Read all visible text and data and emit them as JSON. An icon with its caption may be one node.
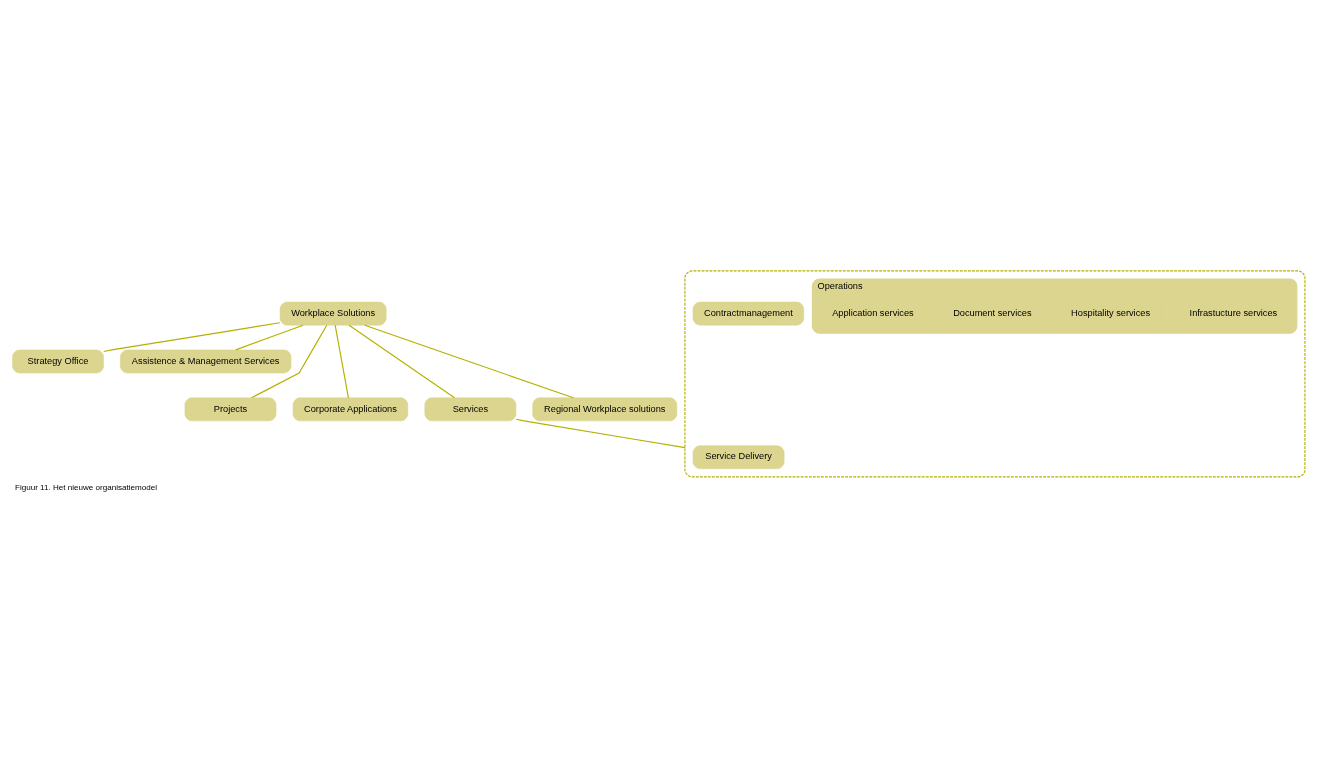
{
  "diagram": {
    "caption": "Figuur 11. Het nieuwe organisatiemodel",
    "nodes": [
      {
        "text": [
          "Workplace Solutions"
        ]
      },
      {
        "text": [
          "Strategy Office"
        ]
      },
      {
        "text": [
          "Assistence & Management Services"
        ]
      },
      {
        "text": [
          "Projects"
        ]
      },
      {
        "text": [
          "Corporate Applications"
        ]
      },
      {
        "text": [
          "Services"
        ]
      },
      {
        "text": [
          "Regional Workplace solutions"
        ]
      },
      {
        "text": [],
        "shape": "box"
      },
      {
        "text": [
          "Service Delivery"
        ],
        "in": 7
      },
      {
        "text": [
          "Contractmanagement"
        ],
        "in": 7
      },
      {
        "text": [
          "Operations"
        ],
        "in": 7
      },
      {
        "text": [
          "Infrastucture services"
        ],
        "in": 10
      },
      {
        "text": [
          "Hospitality services"
        ],
        "in": 10
      },
      {
        "text": [
          "Document services"
        ],
        "in": 10
      },
      {
        "text": [
          "Application services"
        ],
        "in": 10
      }
    ],
    "edges": [
      {
        "from": 0,
        "to": 1,
        "arrow": "none"
      },
      {
        "from": 0,
        "to": 2,
        "arrow": "none"
      },
      {
        "from": 0,
        "to": 3,
        "arrow": "none"
      },
      {
        "from": 0,
        "to": 4,
        "arrow": "none"
      },
      {
        "from": 0,
        "to": 5,
        "arrow": "none"
      },
      {
        "from": 0,
        "to": 6,
        "arrow": "none"
      },
      {
        "from": 5,
        "to": 7,
        "arrow": "none"
      }
    ]
  }
}
